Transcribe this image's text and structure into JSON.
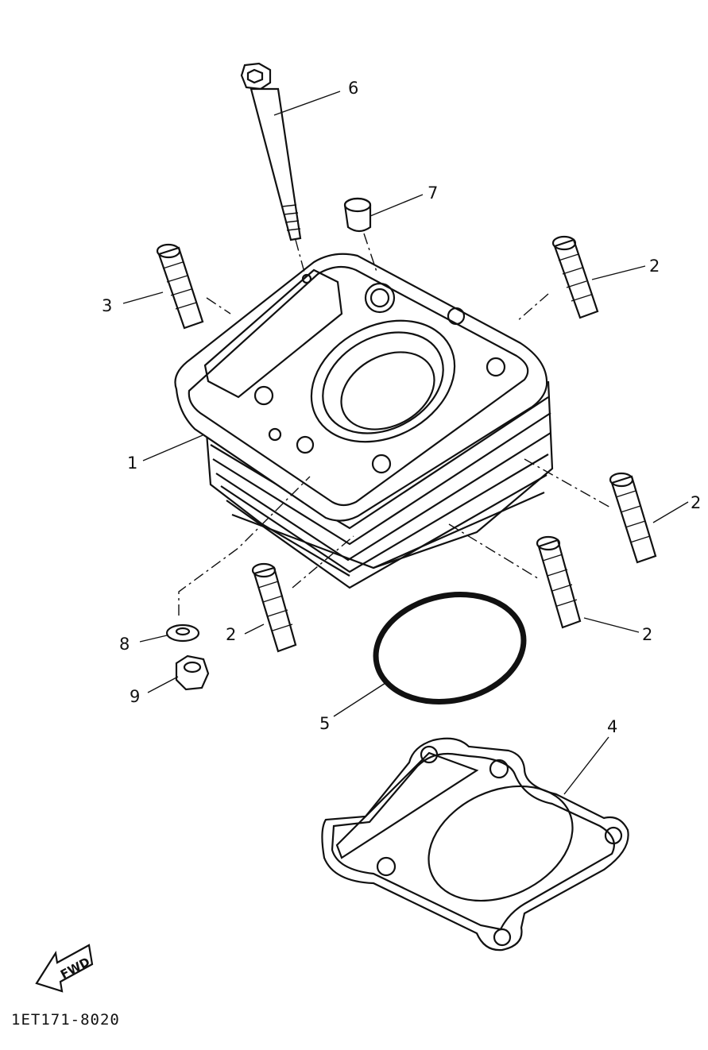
{
  "callouts": {
    "c1": "1",
    "c2a": "2",
    "c2b": "2",
    "c2c": "2",
    "c2d": "2",
    "c3": "3",
    "c4": "4",
    "c5": "5",
    "c6": "6",
    "c7": "7",
    "c8": "8",
    "c9": "9"
  },
  "fwd_arrow": {
    "text": "FWD"
  },
  "diagram_code": "1ET171-8020"
}
